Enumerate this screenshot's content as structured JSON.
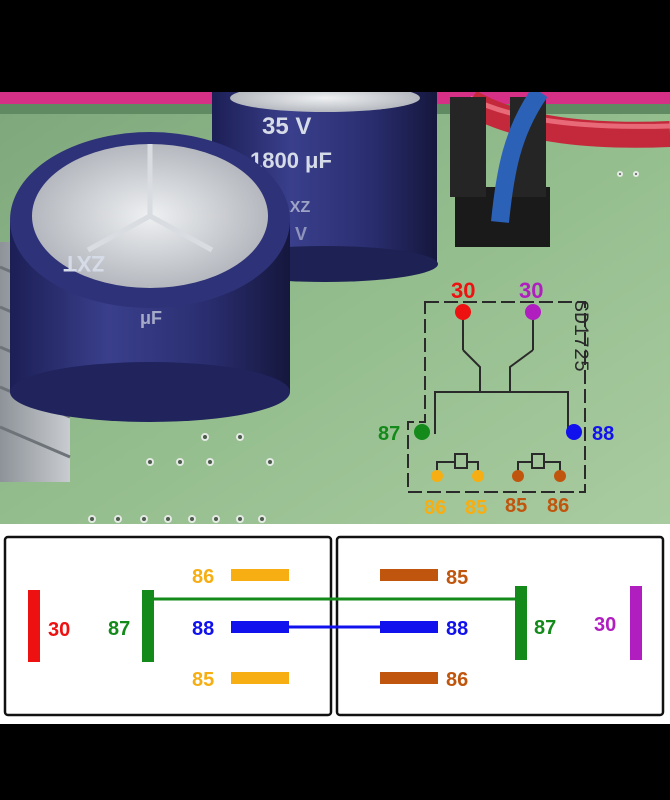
{
  "photo": {
    "capacitor_front": {
      "text_a": "ZXT",
      "text_b": "μF"
    },
    "capacitor_back": {
      "voltage": "35 V",
      "capacitance": "1800 μF",
      "series": "LXZ",
      "voltage_small": "35 V"
    },
    "chip_marking": "SD1725",
    "pins": {
      "top_left": "30",
      "top_right": "30",
      "left_mid": "87",
      "right_mid": "88",
      "bottom_1": "86",
      "bottom_2": "85",
      "bottom_3": "85",
      "bottom_4": "86"
    }
  },
  "wiring": {
    "left": {
      "pin_30": "30",
      "pin_87": "87",
      "pin_86": "86",
      "pin_88": "88",
      "pin_85": "85"
    },
    "right": {
      "pin_85": "85",
      "pin_88": "88",
      "pin_86": "86",
      "pin_87": "87",
      "pin_30": "30"
    }
  },
  "colors": {
    "pin_30_left": "#ee1111",
    "pin_30_right": "#b01ec0",
    "pin_87": "#138a1a",
    "pin_88": "#1111ee",
    "coil_left": "#f6ae12",
    "coil_right": "#c0560e"
  }
}
